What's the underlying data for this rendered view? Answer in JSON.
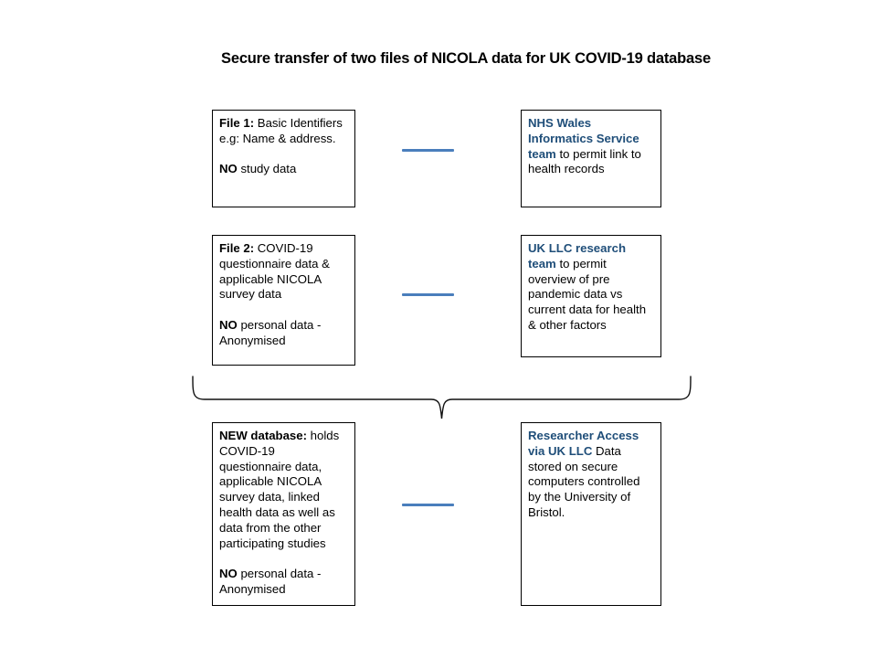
{
  "title": "Secure transfer of two files of NICOLA data for UK COVID-19 database",
  "colors": {
    "heading_navy": "#1F4E79",
    "connector_blue": "#4A7EBC",
    "box_border": "#000000",
    "body_text": "#000000",
    "background": "#FFFFFF"
  },
  "diagram": {
    "rows": [
      {
        "left_box": {
          "lines": [
            {
              "bold_prefix": "File 1:",
              "text": " Basic Identifiers"
            },
            {
              "bold_prefix": "",
              "text": "e.g:  Name & address."
            },
            {
              "bold_prefix": "NO",
              "text": " study data",
              "preceded_by_blank": true
            }
          ]
        },
        "connector": {
          "type": "line",
          "color": "#4A7EBC"
        },
        "right_box": {
          "heading": "NHS Wales Informatics Service team",
          "body": "to permit link to health records"
        }
      },
      {
        "left_box": {
          "lines": [
            {
              "bold_prefix": "File 2:",
              "text": " COVID-19"
            },
            {
              "bold_prefix": "",
              "text": "questionnaire data &"
            },
            {
              "bold_prefix": "",
              "text": "applicable NICOLA"
            },
            {
              "bold_prefix": "",
              "text": "survey data"
            },
            {
              "bold_prefix": "NO",
              "text": " personal data  -",
              "preceded_by_blank": true
            },
            {
              "bold_prefix": "",
              "text": "Anonymised"
            }
          ]
        },
        "connector": {
          "type": "line",
          "color": "#4A7EBC"
        },
        "right_box": {
          "heading": "UK LLC research team",
          "body": "to permit overview of pre pandemic data vs current data for health & other factors"
        }
      },
      {
        "left_box": {
          "lines": [
            {
              "bold_prefix": "NEW database:",
              "text": "  holds"
            },
            {
              "bold_prefix": "",
              "text": "COVID-19"
            },
            {
              "bold_prefix": "",
              "text": "questionnaire data,"
            },
            {
              "bold_prefix": "",
              "text": "applicable NICOLA"
            },
            {
              "bold_prefix": "",
              "text": "survey data, linked"
            },
            {
              "bold_prefix": "",
              "text": "health data as well as"
            },
            {
              "bold_prefix": "",
              "text": "data from the other"
            },
            {
              "bold_prefix": "",
              "text": "participating studies"
            },
            {
              "bold_prefix": "NO",
              "text": " personal data  -",
              "preceded_by_blank": true
            },
            {
              "bold_prefix": "",
              "text": "Anonymised"
            }
          ]
        },
        "connector": {
          "type": "line",
          "color": "#4A7EBC"
        },
        "right_box": {
          "heading": "Researcher Access via UK LLC",
          "body": "Data stored on secure computers controlled by the University of Bristol."
        }
      }
    ],
    "brace": {
      "name": "merge-brace",
      "orientation": "down"
    }
  }
}
